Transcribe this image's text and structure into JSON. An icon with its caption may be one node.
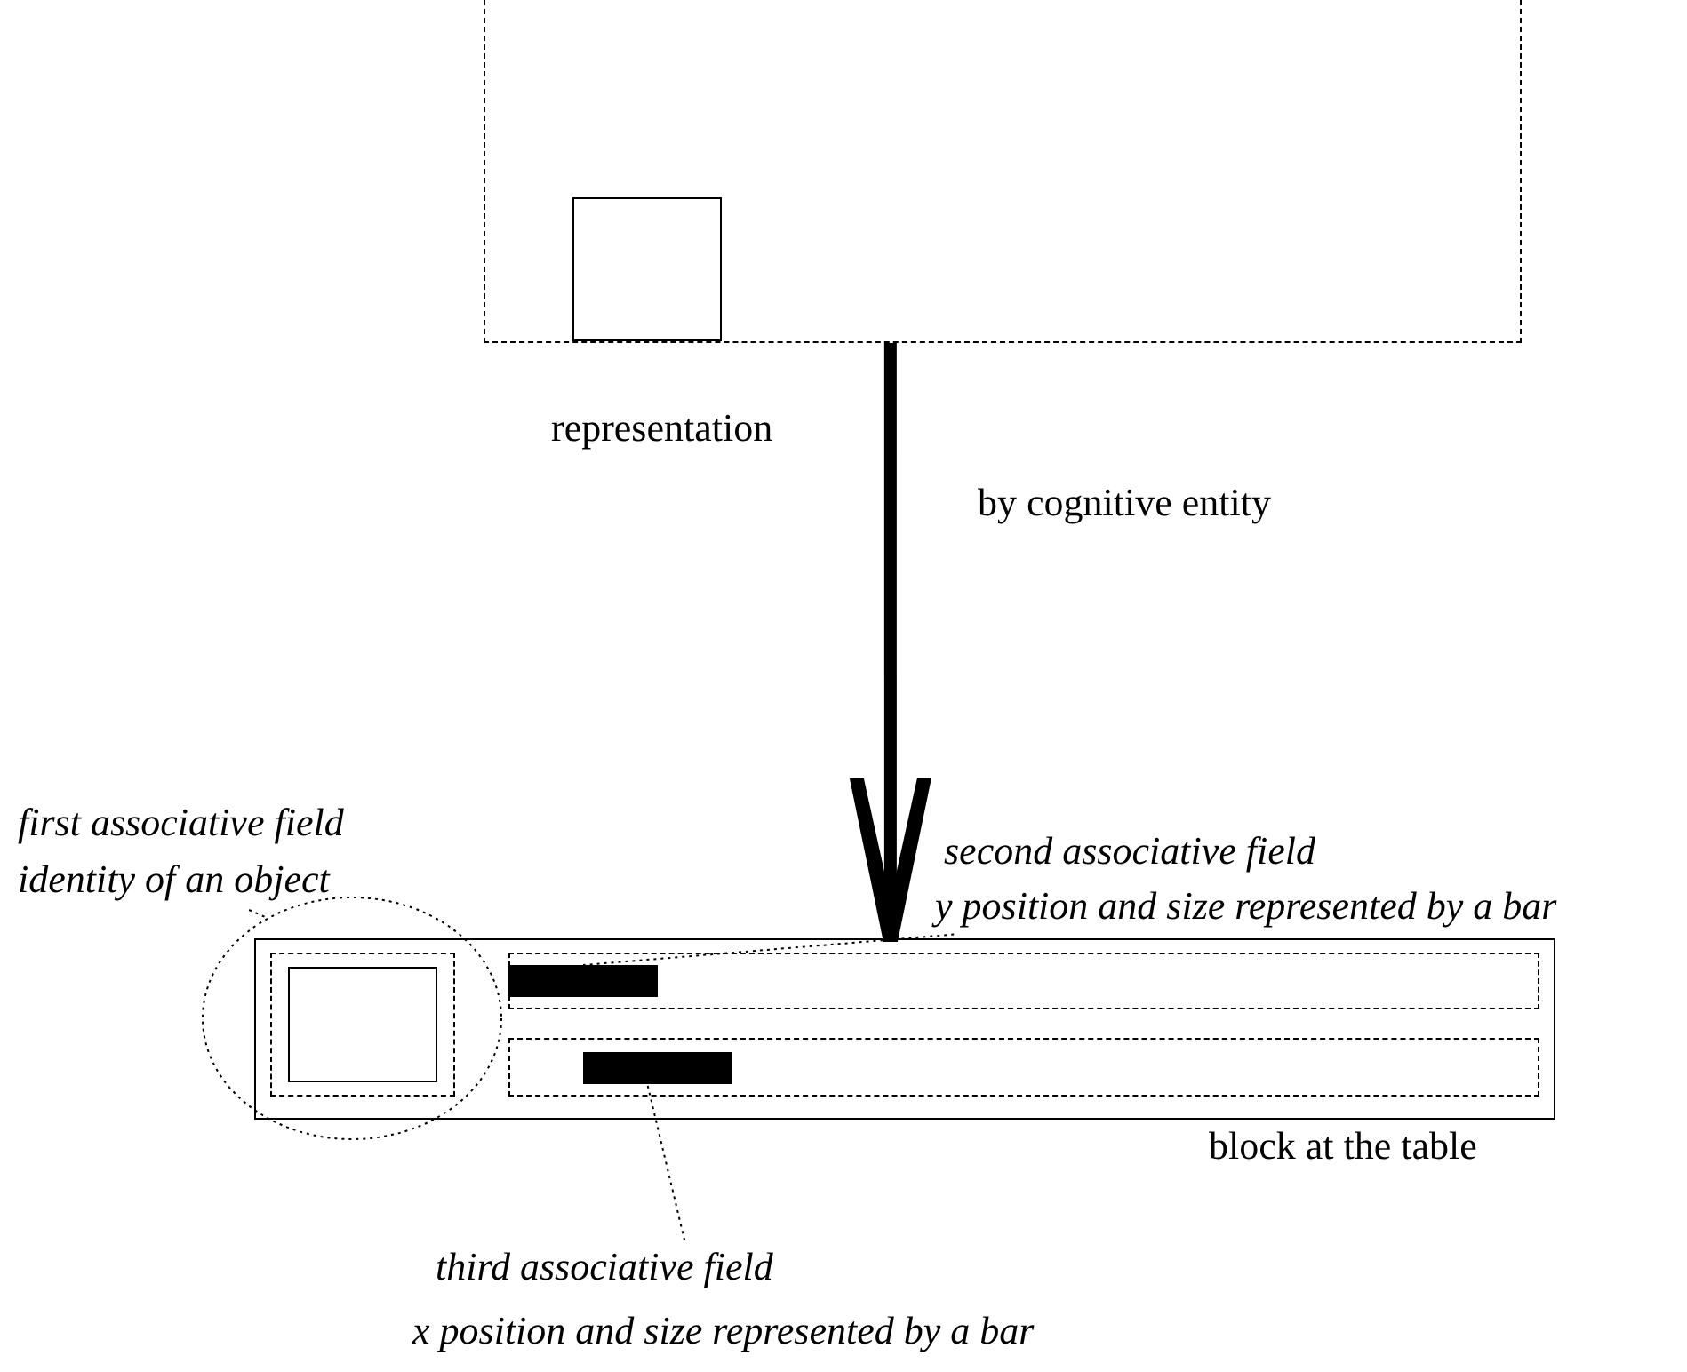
{
  "diagram": {
    "nodes": [
      {
        "text": [],
        "shape": "box"
      },
      {
        "text": [],
        "shape": "box",
        "in": 0
      },
      {
        "text": [
          "first associative field",
          "identity of an object"
        ]
      },
      {
        "text": [
          "second associative field",
          "y position and size represented by a bar"
        ]
      },
      {
        "text": [],
        "shape": "circle"
      },
      {
        "text": [],
        "shape": "box",
        "beside": [
          "block at the table"
        ]
      },
      {
        "text": [],
        "shape": "box"
      },
      {
        "text": [],
        "shape": "box",
        "in": 6
      },
      {
        "text": [],
        "shape": "box",
        "in": 5
      },
      {
        "text": [],
        "shape": "bar",
        "in": 8
      },
      {
        "text": [],
        "shape": "box",
        "in": 5
      },
      {
        "text": [],
        "shape": "bar",
        "in": 10
      },
      {
        "text": [
          "third associative field",
          "x position and size represented by a bar"
        ]
      }
    ],
    "edges": [
      {
        "from": 0,
        "to": 5,
        "arrow": "to",
        "style": "thick"
      },
      {
        "from": 2,
        "to": 4,
        "arrow": "none",
        "style": "dashed"
      },
      {
        "from": 3,
        "to": 9,
        "arrow": "none",
        "style": "dashed"
      },
      {
        "from": 12,
        "to": 11,
        "arrow": "none",
        "style": "dashed"
      }
    ],
    "labels": [
      "representation",
      "by cognitive entity"
    ]
  }
}
